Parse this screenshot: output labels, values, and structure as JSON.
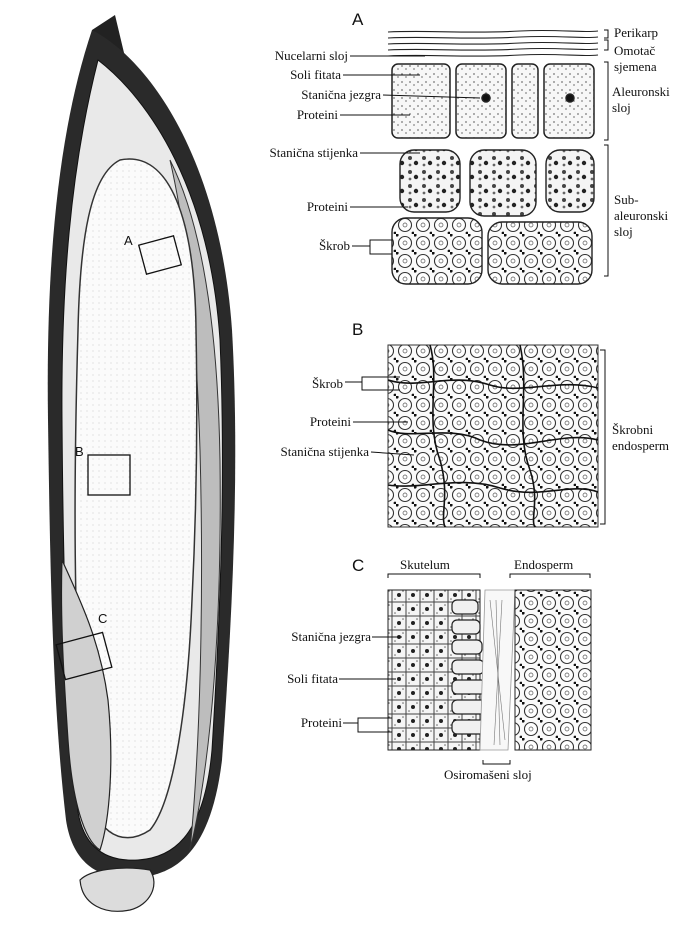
{
  "kernel": {
    "box_labels": [
      "A",
      "B",
      "C"
    ]
  },
  "panel_a": {
    "letter": "A",
    "left_labels": [
      "Nucelarni sloj",
      "Soli fitata",
      "Stanična jezgra",
      "Proteini",
      "Stanična stijenka",
      "Proteini",
      "Škrob"
    ],
    "right_labels": {
      "perikarp": "Perikarp",
      "omotac": [
        "Omotač",
        "sjemena"
      ],
      "aleuronski": [
        "Aleuronski",
        "sloj"
      ],
      "subaleuronski": [
        "Sub-",
        "aleuronski",
        "sloj"
      ]
    }
  },
  "panel_b": {
    "letter": "B",
    "left_labels": [
      "Škrob",
      "Proteini",
      "Stanična stijenka"
    ],
    "right_label": [
      "Škrobni",
      "endosperm"
    ]
  },
  "panel_c": {
    "letter": "C",
    "top_labels": [
      "Skutelum",
      "Endosperm"
    ],
    "left_labels": [
      "Stanična jezgra",
      "Soli fitata",
      "Proteini"
    ],
    "bottom_label": "Osiromašeni sloj"
  }
}
